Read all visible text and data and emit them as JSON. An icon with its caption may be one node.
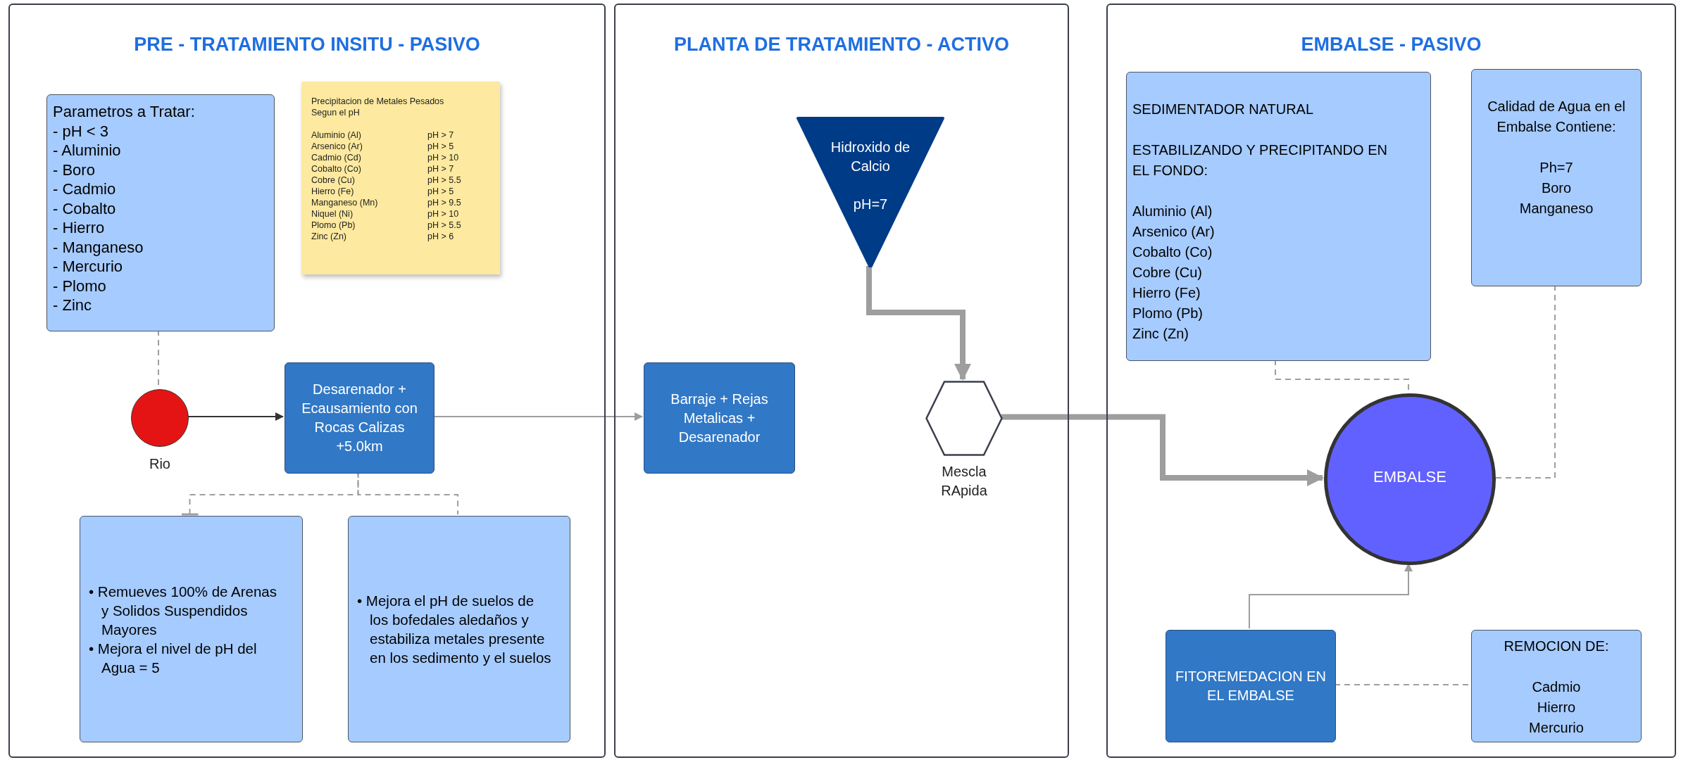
{
  "diagram": {
    "nodes": [
      {
        "text": [
          "PRE - TRATAMIENTO INSITU - PASIVO"
        ]
      },
      {
        "text": [
          "Parametros a Tratar:",
          "- pH < 3",
          "- Aluminio",
          "- Boro",
          "- Cadmio",
          "- Cobalto",
          "- Hierro",
          "- Manganeso",
          "- Mercurio",
          "- Plomo",
          "- Zinc"
        ],
        "in": 0
      },
      {
        "text": [
          "Precipitacion de Metales Pesados Segun el pH",
          "Aluminio (Al)",
          "pH > 7",
          "Arsenico (Ar)",
          "pH > 5",
          "Cadmio (Cd)",
          "pH > 10",
          "Cobalto (Co)",
          "pH > 7",
          "Cobre (Cu)",
          "pH > 5.5",
          "Hierro (Fe)",
          "pH > 5",
          "Manganeso (Mn)",
          "pH > 9.5",
          "Niquel (Ni)",
          "pH > 10",
          "Plomo (Pb)",
          "pH > 5.5",
          "Zinc (Zn)",
          "pH > 6"
        ],
        "in": 0
      },
      {
        "text": [
          "Rio"
        ],
        "in": 0
      },
      {
        "text": [
          "Desarenador + Ecausamiento con Rocas Calizas +5.0km"
        ],
        "in": 0
      },
      {
        "text": [
          "• Remueves 100% de Arenas y Solidos Suspendidos Mayores",
          "• Mejora el nivel de pH del Agua = 5"
        ],
        "in": 0
      },
      {
        "text": [
          "• Mejora el pH de suelos de los bofedales aledaños y estabiliza metales presente en los sedimento y el suelos"
        ],
        "in": 0
      },
      {
        "text": [
          "PLANTA DE TRATAMIENTO - ACTIVO"
        ]
      },
      {
        "text": [
          "Hidroxido de Calcio",
          "pH=7"
        ],
        "in": 7
      },
      {
        "text": [
          "Barraje + Rejas Metalicas + Desarenador"
        ],
        "in": 7
      },
      {
        "text": [
          "Mescla RApida"
        ],
        "in": 7
      },
      {
        "text": [
          "EMBALSE - PASIVO"
        ]
      },
      {
        "text": [
          "SEDIMENTADOR NATURAL",
          "ESTABILIZANDO Y PRECIPITANDO EN EL FONDO:",
          "Aluminio (Al)",
          "Arsenico (Ar)",
          "Cobalto (Co)",
          "Cobre (Cu)",
          "Hierro (Fe)",
          "Plomo (Pb)",
          "Zinc (Zn)"
        ],
        "in": 11
      },
      {
        "text": [
          "Calidad de Agua en el Embalse Contiene:",
          "Ph=7",
          "Boro",
          "Manganeso"
        ],
        "in": 11
      },
      {
        "text": [
          "EMBALSE"
        ],
        "in": 11
      },
      {
        "text": [
          "FITOREMEDACION EN EL EMBALSE"
        ],
        "in": 11
      },
      {
        "text": [
          "REMOCION DE:",
          "Cadmio",
          "Hierro",
          "Mercurio"
        ],
        "in": 11
      }
    ],
    "edges": [
      {
        "from": 1,
        "to": 3,
        "arrow": "other",
        "style": "dashed"
      },
      {
        "from": 3,
        "to": 4,
        "arrow": "to",
        "color": "#333333"
      },
      {
        "from": 5,
        "to": 4,
        "arrow": "other",
        "style": "dashed"
      },
      {
        "from": 4,
        "to": 6,
        "arrow": "none",
        "style": "dashed"
      },
      {
        "from": 4,
        "to": 9,
        "arrow": "to"
      },
      {
        "from": 8,
        "to": 10,
        "arrow": "to",
        "style": "thick"
      },
      {
        "from": 10,
        "to": 14,
        "arrow": "to",
        "style": "thick"
      },
      {
        "from": 12,
        "to": 14,
        "arrow": "none",
        "style": "dashed"
      },
      {
        "from": 13,
        "to": 14,
        "arrow": "none",
        "style": "dashed"
      },
      {
        "from": 15,
        "to": 14,
        "arrow": "to"
      },
      {
        "from": 15,
        "to": 16,
        "arrow": "none",
        "style": "dashed"
      }
    ]
  }
}
